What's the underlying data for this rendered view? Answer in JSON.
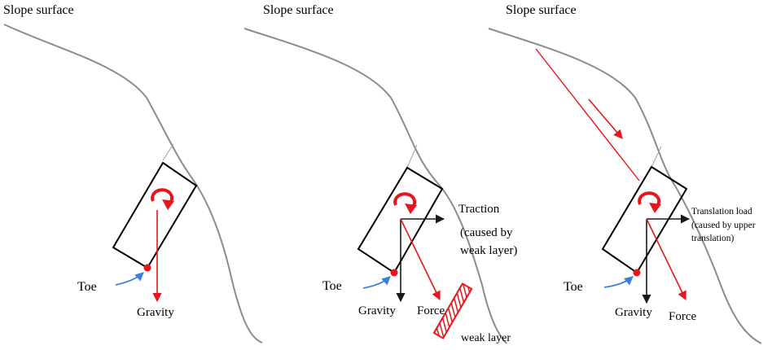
{
  "panels": [
    {
      "slope_label": "Slope surface",
      "toe_label": "Toe",
      "gravity_label": "Gravity"
    },
    {
      "slope_label": "Slope surface",
      "toe_label": "Toe",
      "gravity_label": "Gravity",
      "force_label": "Force",
      "traction_lines": [
        "Traction",
        "(caused by",
        "weak layer)"
      ],
      "weak_layer_label": "weak layer"
    },
    {
      "slope_label": "Slope surface",
      "toe_label": "Toe",
      "gravity_label": "Gravity",
      "force_label": "Force",
      "translation_lines": [
        "Translation load",
        "(caused by upper",
        "translation)"
      ]
    }
  ],
  "colors": {
    "slope": "#8c8c8c",
    "block": "#000000",
    "red": "#e8151b",
    "blue": "#3a7fd5",
    "black_arrow": "#1a1a1a"
  }
}
